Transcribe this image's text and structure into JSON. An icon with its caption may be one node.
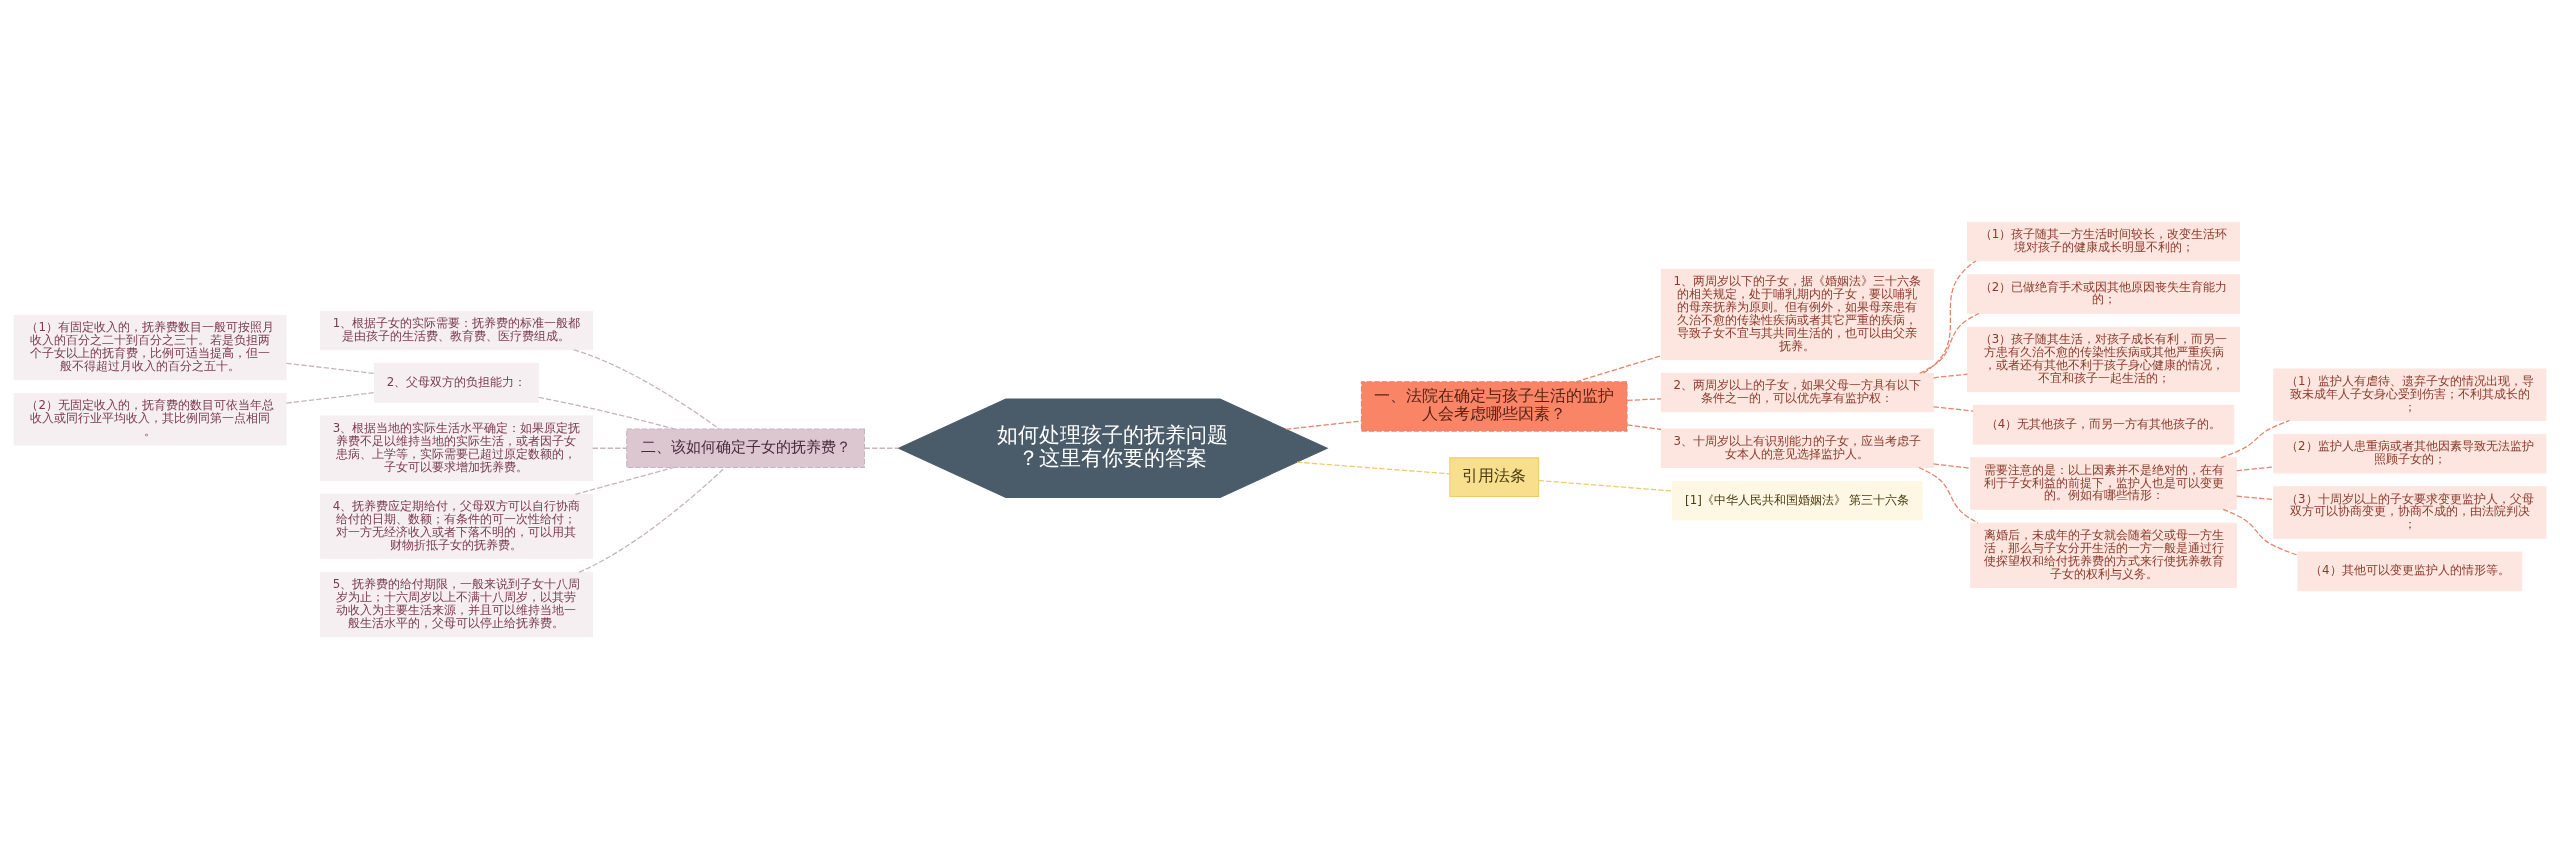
{
  "diagram": {
    "nodes": [
      {
        "text": [
          "如何处理孩子的抚养问题？这里有你要的答案"
        ]
      },
      {
        "text": [
          "一、法院在确定与孩子生活的监护人会考虑哪些因素？"
        ]
      },
      {
        "text": [
          "1、两周岁以下的子女，据《婚姻法》三十六条的相关规定，处于哺乳期内的子女，要以哺乳的母亲抚养为原则。但有例外，如果母亲患有久治不愈的传染性疾病或者其它严重的疾病，导致子女不宜与其共同生活的，也可以由父亲抚养。"
        ]
      },
      {
        "text": [
          "2、两周岁以上的子女，如果父母一方具有以下条件之一的，可以优先享有监护权："
        ]
      },
      {
        "text": [
          "（1）孩子随其一方生活时间较长，改变生活环境对孩子的健康成长明显不利的；"
        ]
      },
      {
        "text": [
          "（2）已做绝育手术或因其他原因丧失生育能力的；"
        ]
      },
      {
        "text": [
          "（3）孩子随其生活，对孩子成长有利，而另一方患有久治不愈的传染性疾病或其他严重疾病，或者还有其他不利于孩子身心健康的情况，不宜和孩子一起生活的；"
        ]
      },
      {
        "text": [
          "（4）无其他孩子，而另一方有其他孩子的。"
        ]
      },
      {
        "text": [
          "3、十周岁以上有识别能力的子女，应当考虑子女本人的意见选择监护人。"
        ]
      },
      {
        "text": [
          "需要注意的是：以上因素并不是绝对的，在有利于子女利益的前提下，监护人也是可以变更的。例如有哪些情形："
        ]
      },
      {
        "text": [
          "（1）监护人有虐待、遗弃子女的情况出现，导致未成年人子女身心受到伤害；不利其成长的；"
        ]
      },
      {
        "text": [
          "（2）监护人患重病或者其他因素导致无法监护照顾子女的；"
        ]
      },
      {
        "text": [
          "（3）十周岁以上的子女要求变更监护人，父母双方可以协商变更，协商不成的，由法院判决；"
        ]
      },
      {
        "text": [
          "（4）其他可以变更监护人的情形等。"
        ]
      },
      {
        "text": [
          "离婚后，未成年的子女就会随着父或母一方生活，那么与子女分开生活的一方一般是通过行使探望权和给付抚养费的方式来行使抚养教育子女的权利与义务。"
        ]
      },
      {
        "text": [
          "引用法条"
        ]
      },
      {
        "text": [
          "[1]《中华人民共和国婚姻法》 第三十六条"
        ]
      },
      {
        "text": [
          "二、该如何确定子女的抚养费？"
        ]
      },
      {
        "text": [
          "1、根据子女的实际需要：抚养费的标准一般都是由孩子的生活费、教育费、医疗费组成。"
        ]
      },
      {
        "text": [
          "2、父母双方的负担能力："
        ]
      },
      {
        "text": [
          "（1）有固定收入的，抚养费数目一般可按照月收入的百分之二十到百分之三十。若是负担两个子女以上的抚育费，比例可适当提高，但一般不得超过月收入的百分之五十。"
        ]
      },
      {
        "text": [
          "（2）无固定收入的，抚育费的数目可依当年总收入或同行业平均收入，其比例同第一点相同。"
        ]
      },
      {
        "text": [
          "3、根据当地的实际生活水平确定：如果原定抚养费不足以维持当地的实际生活，或者因子女患病、上学等，实际需要已超过原定数额的，子女可以要求增加抚养费。"
        ]
      },
      {
        "text": [
          "4、抚养费应定期给付，父母双方可以自行协商给付的日期、数额；有条件的可一次性给付；对一方无经济收入或者下落不明的，可以用其财物折抵子女的抚养费。"
        ]
      },
      {
        "text": [
          "5、抚养费的给付期限，一般来说到子女十八周岁为止；十六周岁以上不满十八周岁，以其劳动收入为主要生活来源，并且可以维持当地一般生活水平的，父母可以停止给抚养费。"
        ]
      }
    ],
    "edges": [
      {
        "from": 0,
        "to": 1,
        "arrow": "none",
        "style": "dashed"
      },
      {
        "from": 1,
        "to": 2,
        "arrow": "none",
        "style": "dashed"
      },
      {
        "from": 1,
        "to": 3,
        "arrow": "none",
        "style": "dashed"
      },
      {
        "from": 3,
        "to": 4,
        "arrow": "none",
        "style": "dashed"
      },
      {
        "from": 3,
        "to": 5,
        "arrow": "none",
        "style": "dashed"
      },
      {
        "from": 3,
        "to": 6,
        "arrow": "none",
        "style": "dashed"
      },
      {
        "from": 3,
        "to": 7,
        "arrow": "none",
        "style": "dashed"
      },
      {
        "from": 1,
        "to": 8,
        "arrow": "none",
        "style": "dashed"
      },
      {
        "from": 8,
        "to": 9,
        "arrow": "none",
        "style": "dashed"
      },
      {
        "from": 9,
        "to": 10,
        "arrow": "none",
        "style": "dashed"
      },
      {
        "from": 9,
        "to": 11,
        "arrow": "none",
        "style": "dashed"
      },
      {
        "from": 9,
        "to": 12,
        "arrow": "none",
        "style": "dashed"
      },
      {
        "from": 9,
        "to": 13,
        "arrow": "none",
        "style": "dashed"
      },
      {
        "from": 8,
        "to": 14,
        "arrow": "none",
        "style": "dashed"
      },
      {
        "from": 0,
        "to": 15,
        "arrow": "none",
        "style": "dashed",
        "color": "#f2c96b"
      },
      {
        "from": 15,
        "to": 16,
        "arrow": "none",
        "style": "dashed",
        "color": "#f2c96b"
      },
      {
        "from": 0,
        "to": 17,
        "arrow": "none",
        "style": "dashed",
        "color": "#c8b4be"
      },
      {
        "from": 17,
        "to": 18,
        "arrow": "none",
        "style": "dashed",
        "color": "#c8b4be"
      },
      {
        "from": 17,
        "to": 19,
        "arrow": "none",
        "style": "dashed",
        "color": "#c8b4be"
      },
      {
        "from": 19,
        "to": 20,
        "arrow": "none",
        "style": "dashed",
        "color": "#c8b4be"
      },
      {
        "from": 19,
        "to": 21,
        "arrow": "none",
        "style": "dashed",
        "color": "#c8b4be"
      },
      {
        "from": 17,
        "to": 22,
        "arrow": "none",
        "style": "dashed",
        "color": "#c8b4be"
      },
      {
        "from": 17,
        "to": 23,
        "arrow": "none",
        "style": "dashed",
        "color": "#c8b4be"
      },
      {
        "from": 17,
        "to": 24,
        "arrow": "none",
        "style": "dashed",
        "color": "#c8b4be"
      }
    ]
  }
}
